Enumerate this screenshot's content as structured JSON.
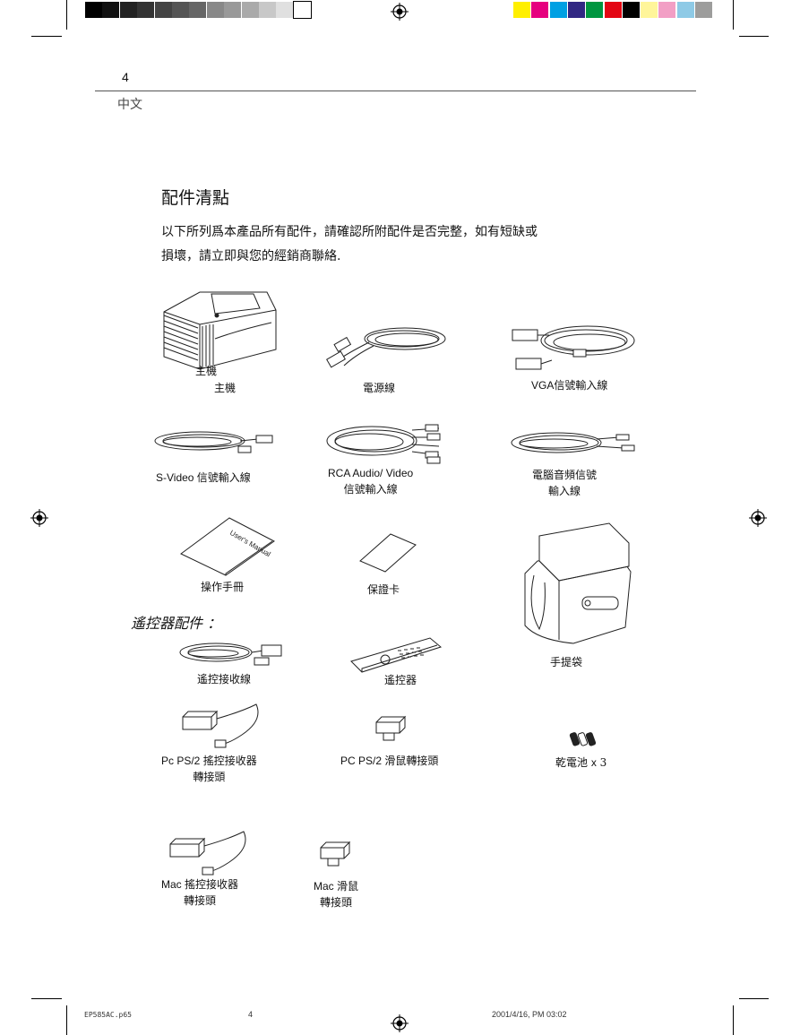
{
  "header": {
    "page_number": "4",
    "language": "中文"
  },
  "section": {
    "title": "配件清點",
    "intro_line1": "以下所列爲本產品所有配件，請確認所附配件是否完整，如有短缺或",
    "intro_line2": "損壞，請立即與您的經銷商聯絡."
  },
  "items": {
    "projector": {
      "label": "主機",
      "overlay": "主機"
    },
    "power_cord": {
      "label": "電源線"
    },
    "vga_cable": {
      "label": "VGA信號輸入線"
    },
    "svideo_cable": {
      "label": "S-Video 信號輸入線"
    },
    "rca_cable": {
      "line1": "RCA Audio/ Video",
      "line2": "信號輸入線"
    },
    "audio_cable": {
      "line1": "電腦音頻信號",
      "line2": "輸入線"
    },
    "manual": {
      "label": "操作手冊",
      "cover_text": "User's Manual"
    },
    "warranty": {
      "label": "保證卡"
    },
    "carry_bag": {
      "label": "手提袋"
    },
    "receiver_cable": {
      "label": "遙控接收線"
    },
    "remote": {
      "label": "遙控器"
    },
    "ps2_receiver_adapter": {
      "line1": "Pc PS/2 搖控接收器",
      "line2": "轉接頭"
    },
    "ps2_mouse_adapter": {
      "label": "PC PS/2 滑鼠轉接頭"
    },
    "batteries": {
      "label": "乾電池",
      "multiplier": "x",
      "count": "3"
    },
    "mac_receiver_adapter": {
      "line1": "Mac 搖控接收器",
      "line2": "轉接頭"
    },
    "mac_mouse_adapter": {
      "line1": "Mac 滑鼠",
      "line2": "轉接頭"
    }
  },
  "remote_section": {
    "title": "遙控器配件 ："
  },
  "footer": {
    "filename": "EP585AC.p65",
    "page": "4",
    "timestamp": "2001/4/16, PM 03:02"
  },
  "colors": {
    "gray_ramp": [
      "#000000",
      "#111111",
      "#222222",
      "#333333",
      "#444444",
      "#555555",
      "#666666",
      "#888888",
      "#999999",
      "#aaaaaa",
      "#c8c8c8",
      "#e0e0e0",
      "#ffffff"
    ],
    "color_bar": [
      "#ffef00",
      "#e6007e",
      "#00a0e3",
      "#312783",
      "#009640",
      "#e30613",
      "#000000",
      "#fff59a",
      "#f29fc5",
      "#8ecae6",
      "#9d9d9c"
    ]
  }
}
